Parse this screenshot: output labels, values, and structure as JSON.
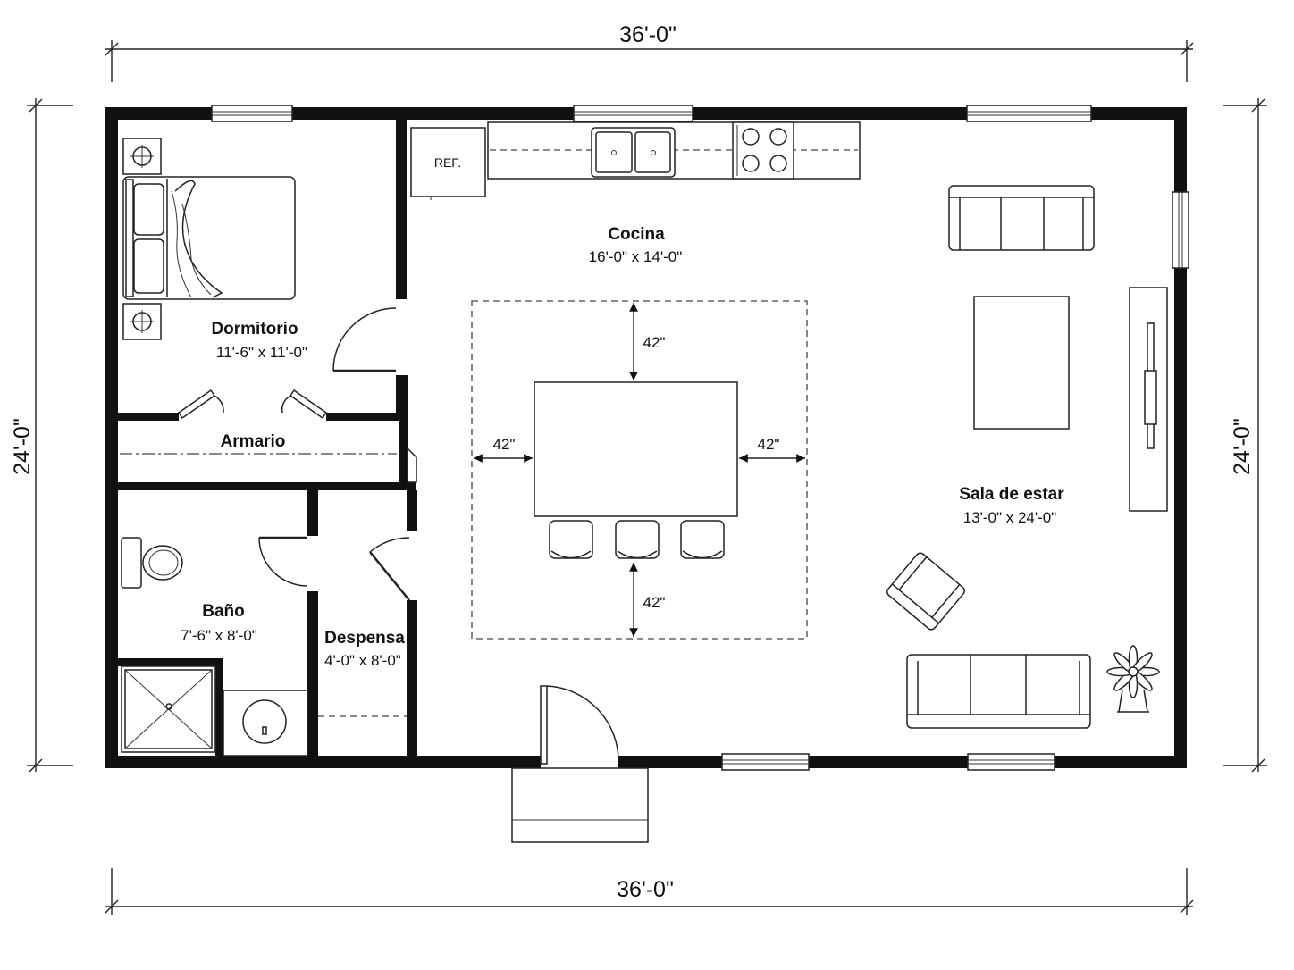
{
  "dimensions": {
    "top": "36'-0\"",
    "bottom": "36'-0\"",
    "left": "24'-0\"",
    "right": "24'-0\""
  },
  "rooms": {
    "dormitorio": {
      "name": "Dormitorio",
      "size": "11'-6\" x 11'-0\""
    },
    "armario": {
      "name": "Armario"
    },
    "cocina": {
      "name": "Cocina",
      "size": "16'-0\" x 14'-0\""
    },
    "bano": {
      "name": "Baño",
      "size": "7'-6\" x 8'-0\""
    },
    "despensa": {
      "name": "Despensa",
      "size": "4'-0\" x 8'-0\""
    },
    "sala": {
      "name": "Sala de estar",
      "size": "13'-0\" x 24'-0\""
    }
  },
  "fixtures": {
    "fridge_label": "REF."
  },
  "clearances": {
    "top": "42\"",
    "left": "42\"",
    "right": "42\"",
    "bottom": "42\""
  }
}
